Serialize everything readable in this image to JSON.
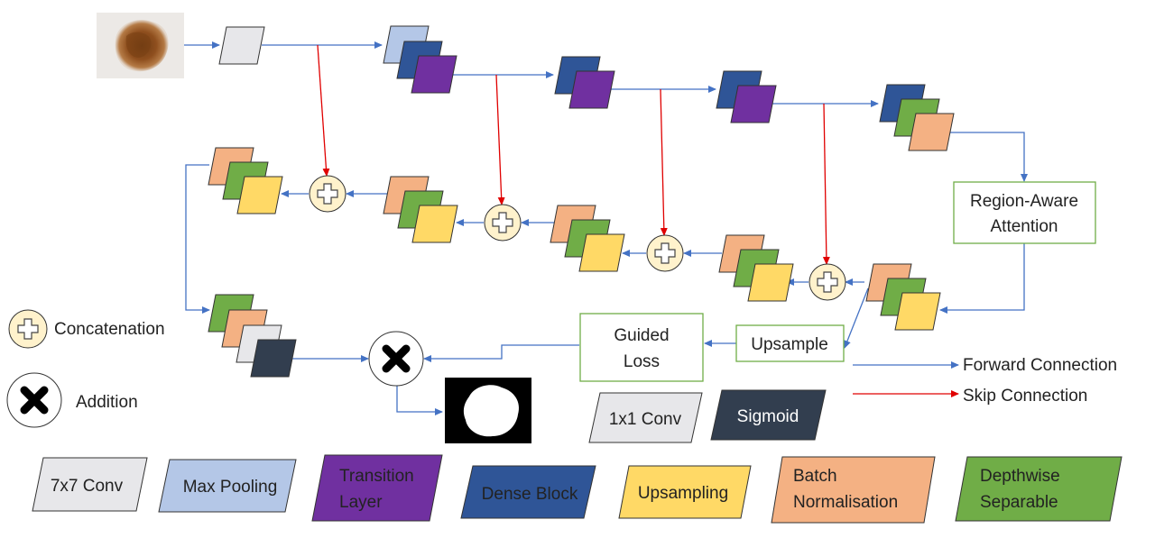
{
  "colors": {
    "conv7x7": "#e7e7ea",
    "maxpool": "#b4c7e7",
    "transition": "#7030a0",
    "dense": "#2f5597",
    "upsampling": "#ffd966",
    "batchnorm": "#f4b183",
    "depthwise": "#70ad47",
    "conv1x1": "#e7e7ea",
    "sigmoid": "#323e4f",
    "forward": "#4472c4",
    "skip": "#e00000",
    "box_border": "#70ad47",
    "plus_fill": "#fff2cc"
  },
  "icons": {
    "concat": "plus-circle-icon",
    "addition": "cross-circle-icon"
  },
  "boxes": {
    "attention": [
      "Region-Aware",
      "Attention"
    ],
    "guided_loss": [
      "Guided",
      "Loss"
    ],
    "upsample": "Upsample"
  },
  "mid_legend": {
    "conv1x1": "1x1 Conv",
    "sigmoid": "Sigmoid"
  },
  "symbol_legend": {
    "concatenation": "Concatenation",
    "addition": "Addition"
  },
  "connection_legend": {
    "forward": "Forward Connection",
    "skip": "Skip Connection"
  },
  "legend": {
    "conv7x7": "7x7 Conv",
    "maxpool": "Max Pooling",
    "transition": [
      "Transition",
      "Layer"
    ],
    "dense": "Dense Block",
    "upsampling": "Upsampling",
    "batchnorm": [
      "Batch",
      "Normalisation"
    ],
    "depthwise": [
      "Depthwise",
      "Separable"
    ]
  }
}
